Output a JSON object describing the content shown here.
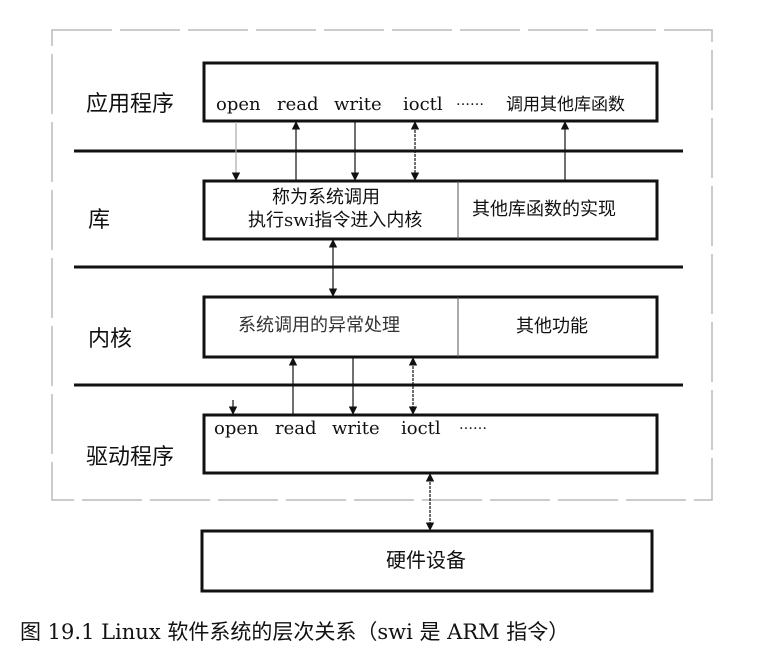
{
  "layers": {
    "app": {
      "label": "应用程序",
      "calls": [
        "open",
        "read",
        "write",
        "ioctl",
        "……",
        "调用其他库函数"
      ]
    },
    "lib": {
      "label": "库",
      "left_line1": "称为系统调用",
      "left_line2": "执行swi指令进入内核",
      "right": "其他库函数的实现"
    },
    "kernel": {
      "label": "内核",
      "left": "系统调用的异常处理",
      "right": "其他功能"
    },
    "driver": {
      "label": "驱动程序",
      "calls": [
        "open",
        "read",
        "write",
        "ioctl",
        "……"
      ]
    },
    "hardware": {
      "label": "硬件设备"
    }
  },
  "caption": "图 19.1   Linux 软件系统的层次关系（swi 是 ARM 指令）"
}
